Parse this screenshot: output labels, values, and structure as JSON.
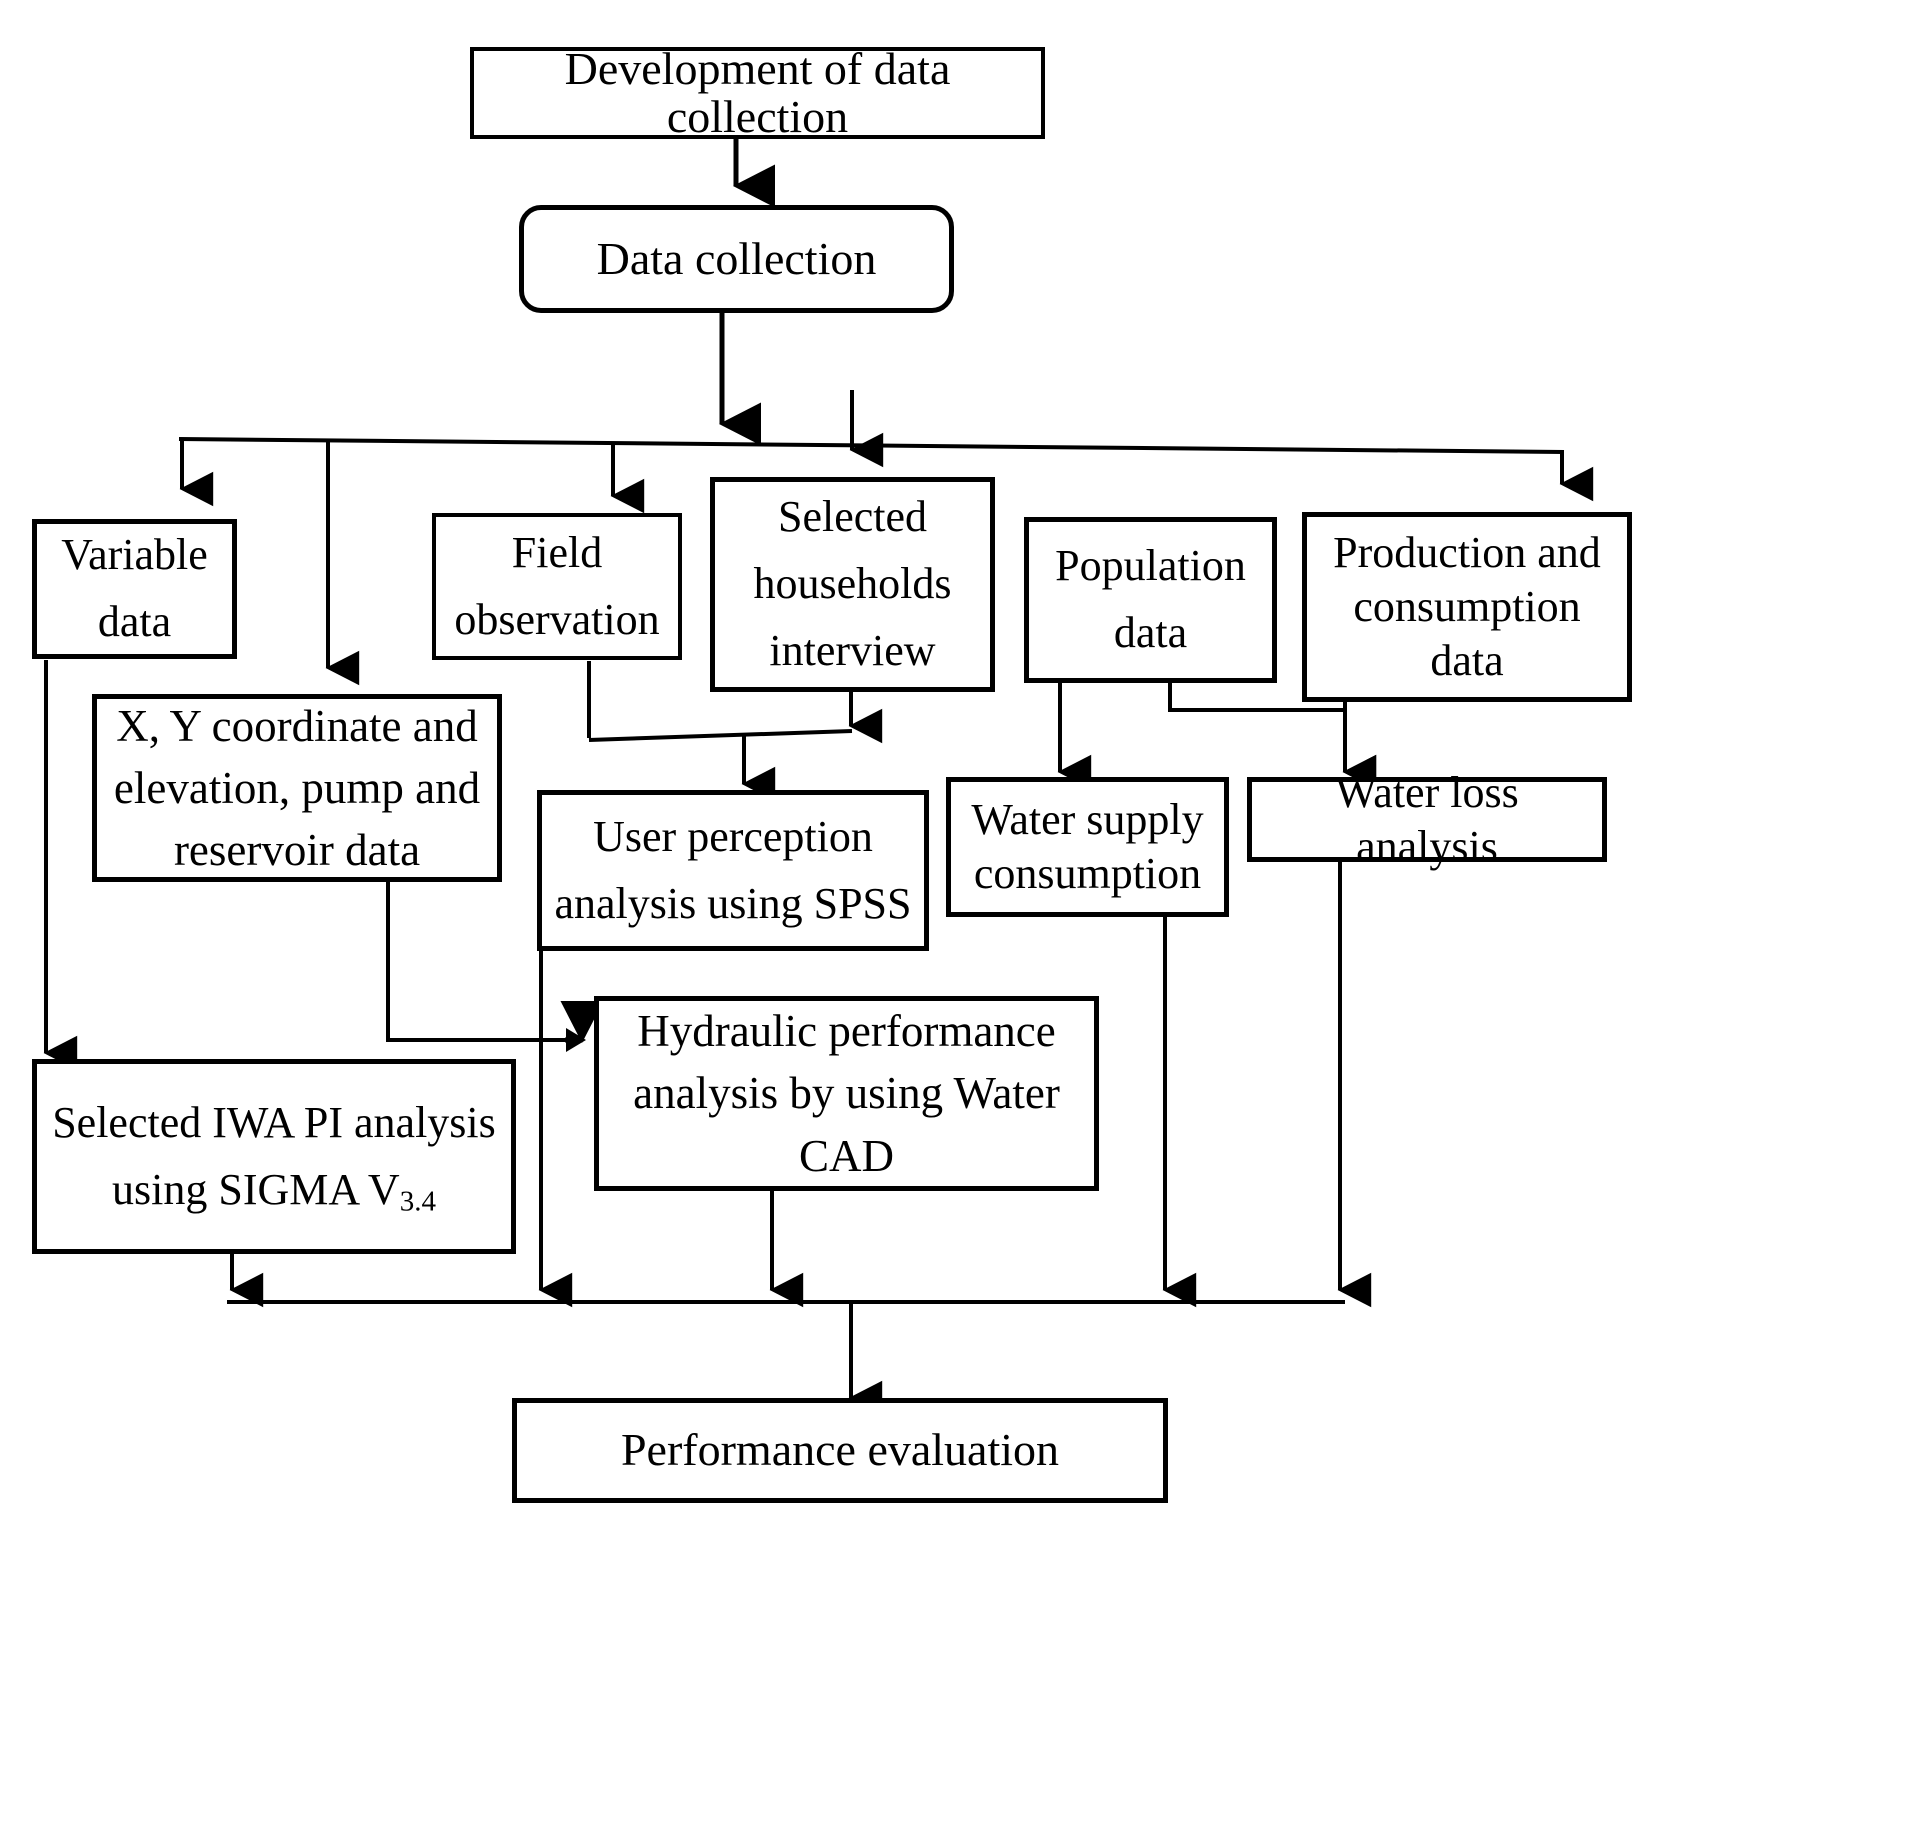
{
  "diagram": {
    "title": "Research methodology flowchart for water supply system performance evaluation",
    "background_color": "#ffffff",
    "line_color": "#000000",
    "nodes": {
      "development": {
        "label": "Development of data collection",
        "shape": "rectangle"
      },
      "data_collection": {
        "label": "Data collection",
        "shape": "rounded-rectangle"
      },
      "variable_data": {
        "label": "Variable\ndata",
        "shape": "rectangle"
      },
      "field_observation": {
        "label": "Field\nobservation",
        "shape": "rectangle"
      },
      "selected_households": {
        "label": "Selected\nhouseholds\ninterview",
        "shape": "rectangle"
      },
      "population_data": {
        "label": "Population\ndata",
        "shape": "rectangle"
      },
      "production_consumption": {
        "label": "Production and\nconsumption\ndata",
        "shape": "rectangle"
      },
      "xy_coordinate": {
        "label": "X, Y coordinate and\nelevation, pump and\nreservoir data",
        "shape": "rectangle"
      },
      "user_perception": {
        "label": "User perception\nanalysis using SPSS",
        "shape": "rectangle"
      },
      "water_supply_consumption": {
        "label": "Water supply\nconsumption",
        "shape": "rectangle"
      },
      "water_loss_analysis": {
        "label": "Water loss analysis",
        "shape": "rectangle"
      },
      "iwa_pi": {
        "label_prefix": "Selected IWA PI analysis\nusing SIGMA V",
        "label_subscript": "3.4",
        "shape": "rectangle"
      },
      "hydraulic_performance": {
        "label": "Hydraulic performance\nanalysis by using Water\nCAD",
        "shape": "rectangle"
      },
      "performance_evaluation": {
        "label": "Performance evaluation",
        "shape": "rectangle"
      }
    },
    "edges": [
      {
        "from": "development",
        "to": "data_collection"
      },
      {
        "from": "data_collection",
        "to": "variable_data"
      },
      {
        "from": "data_collection",
        "to": "xy_coordinate"
      },
      {
        "from": "data_collection",
        "to": "field_observation"
      },
      {
        "from": "data_collection",
        "to": "selected_households"
      },
      {
        "from": "data_collection",
        "to": "production_consumption"
      },
      {
        "from": "variable_data",
        "to": "iwa_pi"
      },
      {
        "from": "field_observation",
        "to": "user_perception"
      },
      {
        "from": "selected_households",
        "to": "user_perception"
      },
      {
        "from": "population_data",
        "to": "water_supply_consumption"
      },
      {
        "from": "population_data",
        "to": "water_loss_analysis"
      },
      {
        "from": "production_consumption",
        "to": "water_loss_analysis"
      },
      {
        "from": "xy_coordinate",
        "to": "hydraulic_performance"
      },
      {
        "from": "iwa_pi",
        "to": "performance_evaluation"
      },
      {
        "from": "user_perception",
        "to": "performance_evaluation"
      },
      {
        "from": "hydraulic_performance",
        "to": "performance_evaluation"
      },
      {
        "from": "water_supply_consumption",
        "to": "performance_evaluation"
      },
      {
        "from": "water_loss_analysis",
        "to": "performance_evaluation"
      }
    ]
  }
}
